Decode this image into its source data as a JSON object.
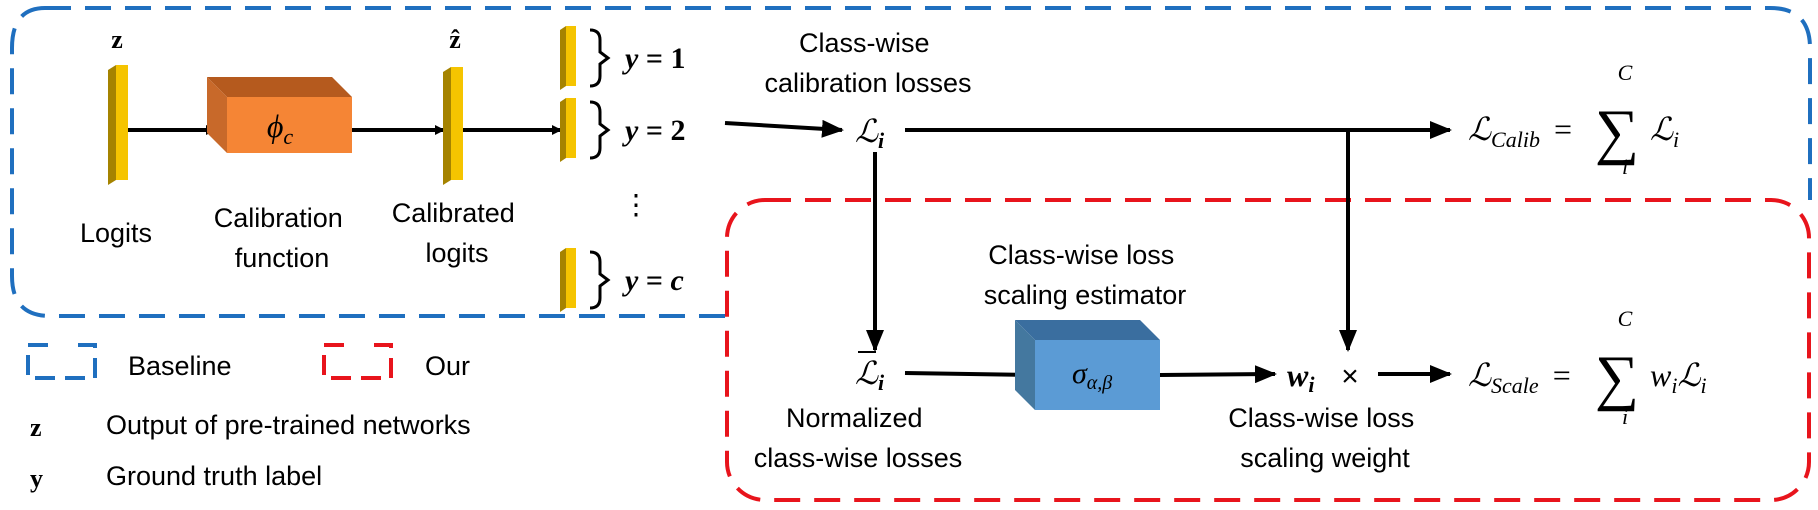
{
  "colors": {
    "baseline_border": "#1f6fbf",
    "ours_border": "#e8141c",
    "logit_bar": "#f5c400",
    "calib_box": "#f58535",
    "calib_box_dark": "#b55a1e",
    "scale_box": "#5b9bd5",
    "scale_box_dark": "#3a6e9f"
  },
  "inputs": {
    "z_symbol": "z",
    "zhat_symbol": "ẑ",
    "logits_label": "Logits",
    "calibration_function_line1": "Calibration",
    "calibration_function_line2": "function",
    "calibrated_logits_line1": "Calibrated",
    "calibrated_logits_line2": "logits",
    "phi": "ϕ",
    "phi_sub": "c"
  },
  "classes": [
    {
      "lhs": "y",
      "eq": " = ",
      "rhs": "1"
    },
    {
      "lhs": "y",
      "eq": " = ",
      "rhs": "2"
    },
    {
      "lhs": "y",
      "eq": " = ",
      "rhs": "c"
    }
  ],
  "dots": "⋮",
  "losses": {
    "classwise_line1": "Class-wise",
    "classwise_line2": "calibration losses",
    "L": "ℒ",
    "i": "i",
    "calib_sub": "Calib",
    "scale_sub": "Scale",
    "sum": "∑",
    "C": "C",
    "eq": "=",
    "w": "w",
    "times": "×",
    "normalized_line1": "Normalized",
    "normalized_line2": "class-wise losses",
    "scaling_estimator_line1": "Class-wise loss",
    "scaling_estimator_line2": "scaling estimator",
    "sigma": "σ",
    "sigma_sub": "α,β",
    "scaling_weight_line1": "Class-wise loss",
    "scaling_weight_line2": "scaling weight"
  },
  "legend": {
    "baseline": "Baseline",
    "ours": "Our",
    "z_symbol": "z",
    "z_desc": "Output of pre-trained networks",
    "y_symbol": "y",
    "y_desc": "Ground truth label"
  }
}
